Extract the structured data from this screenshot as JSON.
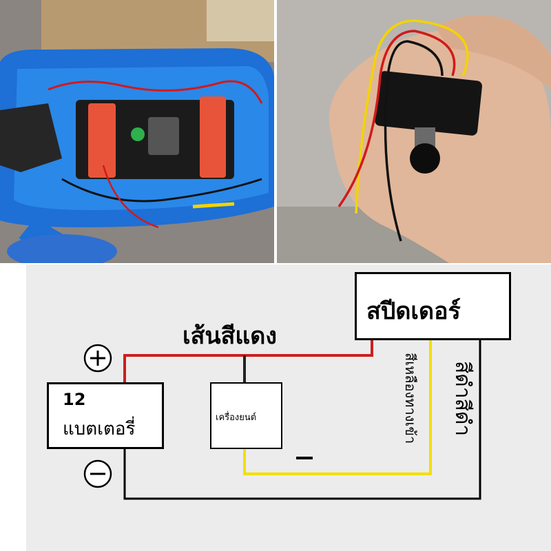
{
  "photos": {
    "left": {
      "subject": "scooter-battery-compartment-wiring"
    },
    "right": {
      "subject": "hand-holding-speedometer-sensor-with-wires"
    }
  },
  "diagram": {
    "red_wire_label": "เส้นสีแดง",
    "speedometer_label": "สปีดเดอร์",
    "battery_voltage": "12",
    "battery_label": "แบตเตอรี่",
    "engine_label": "เครื่องยนต์",
    "yellow_wire_label": "สีเหลืองทางเข้า",
    "black_wire_label": "สีดำสีดำ",
    "plus_symbol": "+",
    "minus_symbol": "−",
    "engine_minus_label": "−"
  },
  "colors": {
    "red_wire": "#cc1f1f",
    "yellow_wire": "#f2e000",
    "black_wire": "#000000",
    "diagram_bg": "#ececec",
    "scooter_body": "#1e6fd6",
    "battery_strap": "#e8543a"
  }
}
